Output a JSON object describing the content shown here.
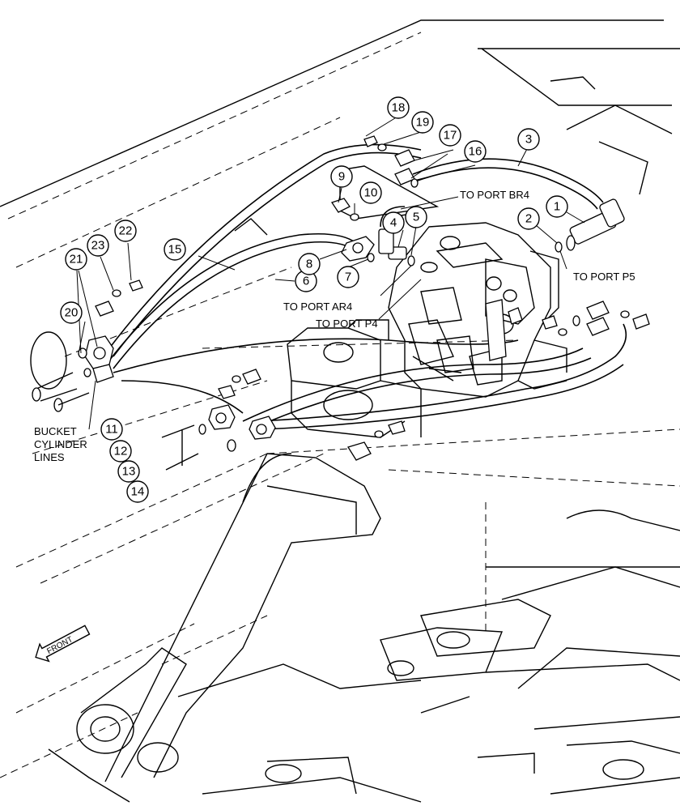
{
  "callouts": [
    "1",
    "2",
    "3",
    "4",
    "5",
    "6",
    "7",
    "8",
    "9",
    "10",
    "11",
    "12",
    "13",
    "14",
    "15",
    "16",
    "17",
    "18",
    "19",
    "20",
    "21",
    "22",
    "23"
  ],
  "labels": {
    "to_port_br4": "TO PORT BR4",
    "to_port_p5": "TO PORT P5",
    "to_port_ar4": "TO PORT AR4",
    "to_port_p4": "TO PORT P4",
    "bucket_cylinder_lines": [
      "BUCKET",
      "CYLINDER",
      "LINES"
    ],
    "front": "FRONT"
  }
}
